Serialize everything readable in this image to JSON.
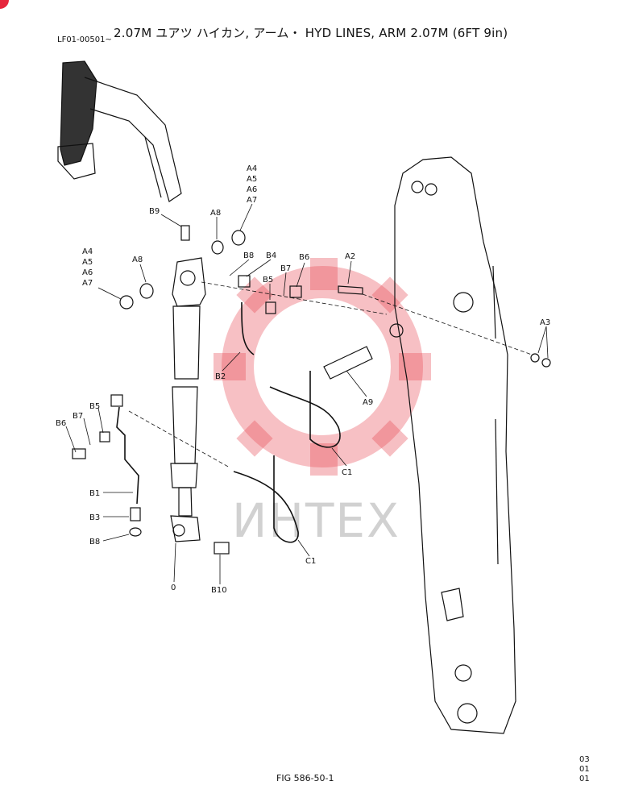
{
  "header": {
    "title": "2.07M ユアツ ハイカン, アーム・ HYD LINES, ARM 2.07M (6FT 9in)",
    "serial": "LF01-00501~"
  },
  "footer": {
    "figure": "FIG 586-50-1",
    "page_codes": [
      "03",
      "01",
      "01"
    ]
  },
  "watermark": {
    "text": "ИНТЕХ",
    "color": "#e84a55"
  },
  "callouts": {
    "a4_top": "A4",
    "a5_top": "A5",
    "a6_top": "A6",
    "a7_top": "A7",
    "a8_top": "A8",
    "b9": "B9",
    "a4_left": "A4",
    "a5_left": "A5",
    "a6_left": "A6",
    "a7_left": "A7",
    "a8_left": "A8",
    "b8_top": "B8",
    "b4": "B4",
    "b7_top": "B7",
    "b6_top": "B6",
    "b5_top": "B5",
    "a2": "A2",
    "a3": "A3",
    "b2": "B2",
    "a9": "A9",
    "c1_upper": "C1",
    "b5_left": "B5",
    "b7_left": "B7",
    "b6_left": "B6",
    "b1": "B1",
    "b3": "B3",
    "b8_left": "B8",
    "zero": "0",
    "b10": "B10",
    "c1_lower": "C1"
  }
}
